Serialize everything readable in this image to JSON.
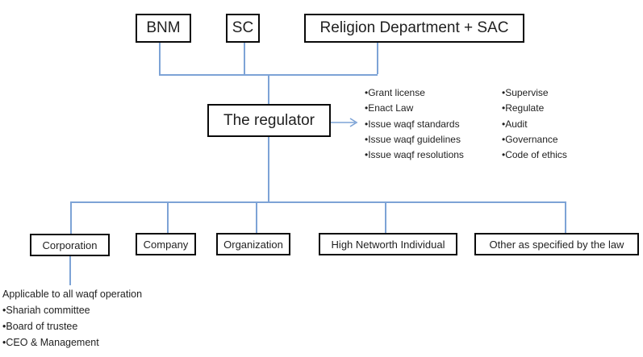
{
  "boxes": {
    "bnm": "BNM",
    "sc": "SC",
    "religion": "Religion Department + SAC",
    "regulator": "The regulator",
    "corporation": "Corporation",
    "company": "Company",
    "organization": "Organization",
    "hnwi": "High Networth Individual",
    "other": "Other as specified by the law"
  },
  "regulator_functions": {
    "col1": [
      "Grant license",
      "Enact Law",
      "Issue waqf standards",
      "Issue waqf guidelines",
      "Issue waqf resolutions"
    ],
    "col2": [
      "Supervise",
      "Regulate",
      "Audit",
      "Governance",
      "Code of ethics"
    ]
  },
  "corporation_note": {
    "title": "Applicable to all waqf operation",
    "items": [
      "Shariah committee",
      "Board of trustee",
      "CEO & Management"
    ]
  },
  "colors": {
    "connector": "#7da3d6",
    "box_border": "#0a0a0a",
    "text": "#1f1f1f"
  }
}
